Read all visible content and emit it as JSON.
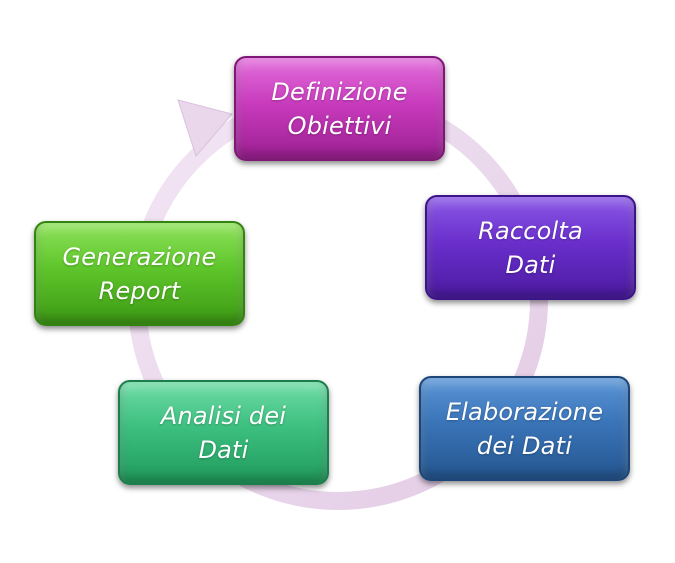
{
  "diagram": {
    "steps": [
      {
        "label": "Definizione\nObiettivi",
        "color": "#c83bbd"
      },
      {
        "label": "Raccolta\nDati",
        "color": "#6a2fcc"
      },
      {
        "label": "Elaborazione\ndei Dati",
        "color": "#3a74b8"
      },
      {
        "label": "Analisi dei\nDati",
        "color": "#3cbf80"
      },
      {
        "label": "Generazione\nReport",
        "color": "#5ec52b"
      }
    ],
    "ring_color": "#ead7ec"
  }
}
